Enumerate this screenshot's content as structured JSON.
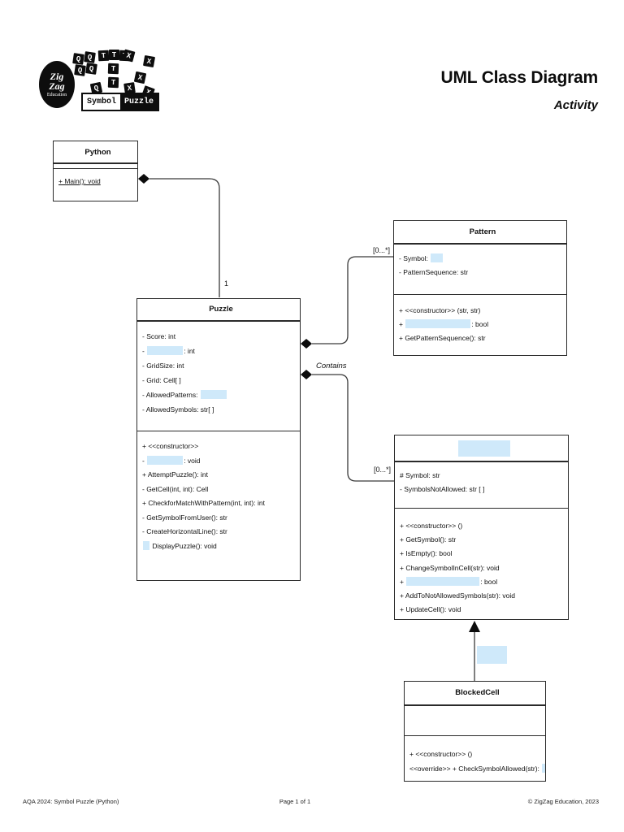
{
  "page": {
    "title": "UML Class Diagram",
    "subtitle": "Activity",
    "footer": {
      "left": "AQA 2024: Symbol Puzzle (Python)",
      "center": "Page 1 of 1",
      "right": "© ZigZag Education, 2023"
    }
  },
  "logo": {
    "circle_lines": [
      "Zig",
      "Zag",
      "Education"
    ],
    "banner": {
      "left": "Symbol",
      "right": "Puzzle"
    },
    "tiles": [
      "Q",
      "Q",
      "Q",
      "Q",
      "Q",
      "T",
      "T",
      "T",
      "T",
      "T",
      "X",
      "X",
      "X",
      "X",
      "X"
    ]
  },
  "colors": {
    "redaction_blue": "#cfe9fa",
    "line_black": "#2a2a2a"
  },
  "classes": {
    "python": {
      "title_rows": [
        [
          {
            "t": "Python"
          }
        ]
      ],
      "attributes": [],
      "methods": [
        [
          {
            "t": "+ Main(): void",
            "u": true
          }
        ]
      ]
    },
    "puzzle": {
      "title_rows": [
        [
          {
            "t": "Puzzle"
          }
        ]
      ],
      "attributes": [
        [
          {
            "t": "- Score: int"
          }
        ],
        [
          {
            "t": "- "
          },
          {
            "r": 44
          },
          {
            "t": ": int"
          }
        ],
        [
          {
            "t": "- GridSize: int"
          }
        ],
        [
          {
            "t": "- Grid: Cell[ ]"
          }
        ],
        [
          {
            "t": "- AllowedPatterns: "
          },
          {
            "r": 32
          }
        ],
        [
          {
            "t": "- AllowedSymbols: str[ ]"
          }
        ]
      ],
      "methods": [
        [
          {
            "t": "+ <<constructor>>"
          }
        ],
        [
          {
            "t": "- "
          },
          {
            "r": 44
          },
          {
            "t": ": void"
          }
        ],
        [
          {
            "t": "+ AttemptPuzzle(): int"
          }
        ],
        [
          {
            "t": "- GetCell(int, int): Cell"
          }
        ],
        [
          {
            "t": "+ CheckforMatchWithPattern(int, int): int"
          }
        ],
        [
          {
            "t": "- GetSymbolFromUser(): str"
          }
        ],
        [
          {
            "t": "- CreateHorizontalLine(): str"
          }
        ],
        [
          {
            "r": 8
          },
          {
            "t": " DisplayPuzzle(): void"
          }
        ]
      ]
    },
    "pattern": {
      "title_rows": [
        [
          {
            "t": "Pattern"
          }
        ]
      ],
      "attributes": [
        [
          {
            "t": "- Symbol: "
          },
          {
            "r": 15
          }
        ],
        [
          {
            "t": "- PatternSequence: str"
          }
        ]
      ],
      "methods": [
        [
          {
            "t": "+ <<constructor>> (str, str)"
          }
        ],
        [
          {
            "t": "+ "
          },
          {
            "r": 80
          },
          {
            "t": ": bool"
          }
        ],
        [
          {
            "t": "+ GetPatternSequence(): str"
          }
        ]
      ]
    },
    "cell": {
      "title_rows": [
        [
          {
            "r": 64,
            "h": 20
          }
        ]
      ],
      "attributes": [
        [
          {
            "t": "# Symbol: str"
          }
        ],
        [
          {
            "t": "- SymbolsNotAllowed: str [ ]"
          }
        ]
      ],
      "methods": [
        [
          {
            "t": "+ <<constructor>> ()"
          }
        ],
        [
          {
            "t": "+ GetSymbol(): str"
          }
        ],
        [
          {
            "t": "+ IsEmpty(): bool"
          }
        ],
        [
          {
            "t": "+ ChangeSymbolInCell(str): void"
          }
        ],
        [
          {
            "t": "+ "
          },
          {
            "r": 90
          },
          {
            "t": ": bool"
          }
        ],
        [
          {
            "t": "+ AddToNotAllowedSymbols(str): void"
          }
        ],
        [
          {
            "t": "+ UpdateCell(): void"
          }
        ]
      ]
    },
    "blockedcell": {
      "title_rows": [
        [
          {
            "t": "BlockedCell"
          }
        ]
      ],
      "attributes": [],
      "methods": [
        [
          {
            "t": "+ <<constructor>> ()"
          }
        ],
        [
          {
            "t": "<<override>> + CheckSymbolAllowed(str): "
          },
          {
            "r": 20
          }
        ]
      ]
    }
  },
  "connectors": {
    "python_puzzle_multiplicity": "1",
    "puzzle_pattern_multiplicity": "[0...*]",
    "puzzle_cell_name": "Contains",
    "puzzle_cell_multiplicity": "[0...*]"
  }
}
